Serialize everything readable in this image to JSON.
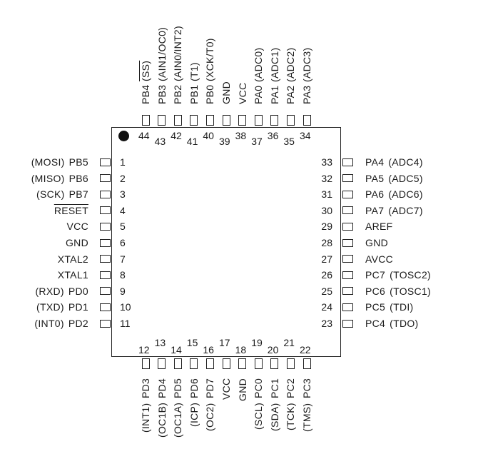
{
  "left_pins": [
    {
      "num": "1",
      "name": "PB5",
      "alt": "(MOSI)"
    },
    {
      "num": "2",
      "name": "PB6",
      "alt": "(MISO)"
    },
    {
      "num": "3",
      "name": "PB7",
      "alt": "(SCK)"
    },
    {
      "num": "4",
      "name": "RESET",
      "alt": "",
      "overline": true
    },
    {
      "num": "5",
      "name": "VCC",
      "alt": ""
    },
    {
      "num": "6",
      "name": "GND",
      "alt": ""
    },
    {
      "num": "7",
      "name": "XTAL2",
      "alt": ""
    },
    {
      "num": "8",
      "name": "XTAL1",
      "alt": ""
    },
    {
      "num": "9",
      "name": "PD0",
      "alt": "(RXD)"
    },
    {
      "num": "10",
      "name": "PD1",
      "alt": "(TXD)"
    },
    {
      "num": "11",
      "name": "PD2",
      "alt": "(INT0)"
    }
  ],
  "right_pins": [
    {
      "num": "33",
      "name": "PA4",
      "alt": "(ADC4)"
    },
    {
      "num": "32",
      "name": "PA5",
      "alt": "(ADC5)"
    },
    {
      "num": "31",
      "name": "PA6",
      "alt": "(ADC6)"
    },
    {
      "num": "30",
      "name": "PA7",
      "alt": "(ADC7)"
    },
    {
      "num": "29",
      "name": "AREF",
      "alt": ""
    },
    {
      "num": "28",
      "name": "GND",
      "alt": ""
    },
    {
      "num": "27",
      "name": "AVCC",
      "alt": ""
    },
    {
      "num": "26",
      "name": "PC7",
      "alt": "(TOSC2)"
    },
    {
      "num": "25",
      "name": "PC6",
      "alt": "(TOSC1)"
    },
    {
      "num": "24",
      "name": "PC5",
      "alt": "(TDI)"
    },
    {
      "num": "23",
      "name": "PC4",
      "alt": "(TDO)"
    }
  ],
  "top_pins": [
    {
      "num": "44",
      "name": "PB4",
      "alt": "(SS)",
      "alt_overline": true
    },
    {
      "num": "43",
      "name": "PB3",
      "alt": "(AIN1/OC0)"
    },
    {
      "num": "42",
      "name": "PB2",
      "alt": "(AIN0/INT2)"
    },
    {
      "num": "41",
      "name": "PB1",
      "alt": "(T1)"
    },
    {
      "num": "40",
      "name": "PB0",
      "alt": "(XCK/T0)"
    },
    {
      "num": "39",
      "name": "GND",
      "alt": ""
    },
    {
      "num": "38",
      "name": "VCC",
      "alt": ""
    },
    {
      "num": "37",
      "name": "PA0",
      "alt": "(ADC0)"
    },
    {
      "num": "36",
      "name": "PA1",
      "alt": "(ADC1)"
    },
    {
      "num": "35",
      "name": "PA2",
      "alt": "(ADC2)"
    },
    {
      "num": "34",
      "name": "PA3",
      "alt": "(ADC3)"
    }
  ],
  "bottom_pins": [
    {
      "num": "12",
      "name": "PD3",
      "alt": "(INT1)"
    },
    {
      "num": "13",
      "name": "PD4",
      "alt": "(OC1B)"
    },
    {
      "num": "14",
      "name": "PD5",
      "alt": "(OC1A)"
    },
    {
      "num": "15",
      "name": "PD6",
      "alt": "(ICP)"
    },
    {
      "num": "16",
      "name": "PD7",
      "alt": "(OC2)"
    },
    {
      "num": "17",
      "name": "VCC",
      "alt": ""
    },
    {
      "num": "18",
      "name": "GND",
      "alt": ""
    },
    {
      "num": "19",
      "name": "PC0",
      "alt": "(SCL)"
    },
    {
      "num": "20",
      "name": "PC1",
      "alt": "(SDA)"
    },
    {
      "num": "21",
      "name": "PC2",
      "alt": "(TCK)"
    },
    {
      "num": "22",
      "name": "PC3",
      "alt": "(TMS)"
    }
  ]
}
